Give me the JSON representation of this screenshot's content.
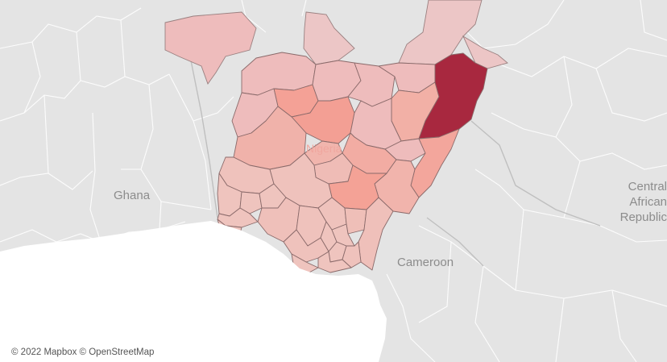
{
  "map": {
    "labels": {
      "ghana": "Ghana",
      "nigeria": "Nigeria",
      "cameroon": "Cameroon",
      "car_line1": "Central",
      "car_line2": "African",
      "car_line3": "Republic"
    },
    "attribution": "© 2022 Mapbox © OpenStreetMap",
    "colors": {
      "land": "#e4e4e4",
      "water": "#ffffff",
      "border": "#ffffff",
      "state_border": "#8a6a6a",
      "lowest": "#eccaca",
      "low": "#eebcbc",
      "mid": "#f2a8a0",
      "high": "#f49b8f",
      "highest": "#a8283f"
    },
    "highlighted_region": "darkest-shaded-state"
  }
}
